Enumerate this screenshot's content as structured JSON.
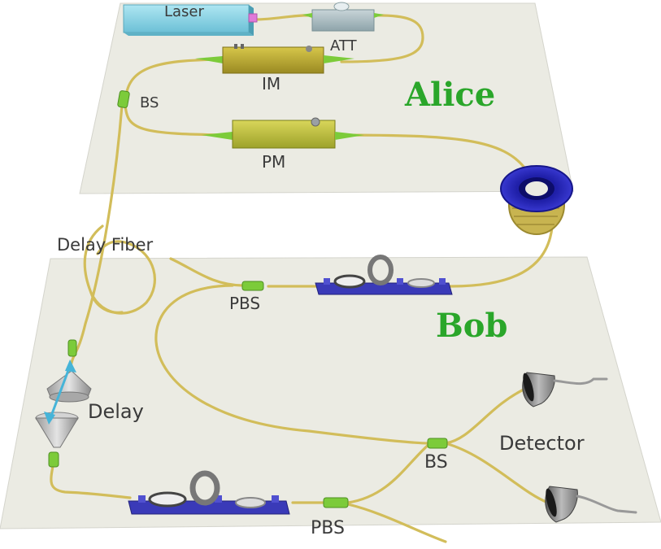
{
  "alice": {
    "title": "Alice",
    "laser_label": "Laser",
    "att_label": "ATT",
    "im_label": "IM",
    "bs_label": "BS",
    "pm_label": "PM"
  },
  "bob": {
    "title": "Bob",
    "delay_fiber_label": "Delay Fiber",
    "pbs_top_label": "PBS",
    "delay_label": "Delay",
    "bs_label": "BS",
    "detector_label": "Detector",
    "pbs_bottom_label": "PBS"
  },
  "colors": {
    "board": "#ebebe3",
    "fiber": "#d2bd5a",
    "title_green": "#2aa62a",
    "laser": "#8fd6e6",
    "modulator": "#b6a832",
    "coupler": "#7ccb3a",
    "rail": "#3a3ab8",
    "delay_arrow": "#46b4d8"
  }
}
